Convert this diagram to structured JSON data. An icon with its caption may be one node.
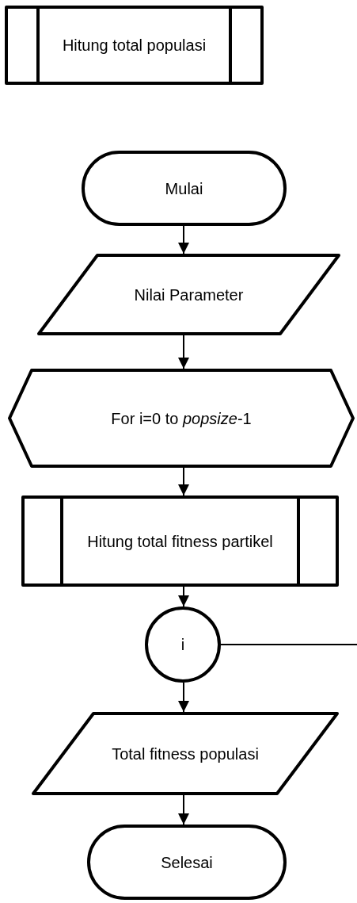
{
  "diagram": {
    "nodes": [
      {
        "text": [
          "Hitung total populasi"
        ]
      },
      {
        "text": [
          "Mulai"
        ]
      },
      {
        "text": [
          "Nilai Parameter"
        ]
      },
      {
        "text": [
          "For i=0 to *popsize*-1"
        ]
      },
      {
        "text": [
          "Hitung total fitness partikel"
        ]
      },
      {
        "text": [
          "i"
        ]
      },
      {
        "text": [
          "Total fitness populasi"
        ]
      },
      {
        "text": [
          "Selesai"
        ]
      }
    ],
    "edges": [
      {
        "from": 1,
        "to": 2,
        "arrow": "to"
      },
      {
        "from": 2,
        "to": 3,
        "arrow": "to"
      },
      {
        "from": 3,
        "to": 4,
        "arrow": "to"
      },
      {
        "from": 4,
        "to": 5,
        "arrow": "to"
      },
      {
        "from": 5,
        "to": 6,
        "arrow": "to"
      },
      {
        "from": 6,
        "to": 7,
        "arrow": "to"
      },
      {
        "from": 5,
        "to": null,
        "arrow": "none"
      }
    ]
  }
}
